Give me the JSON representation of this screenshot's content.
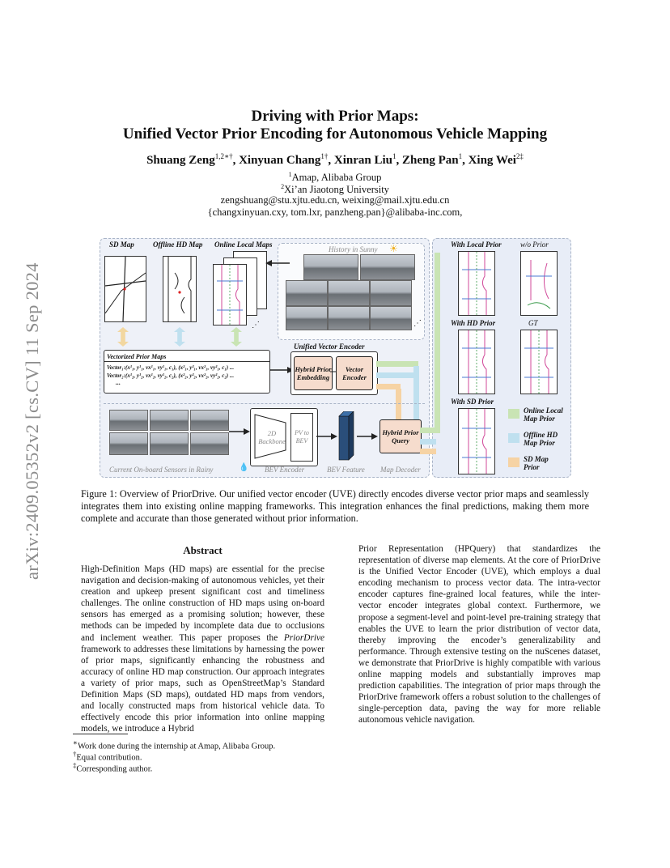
{
  "sidebar": {
    "arxiv_id": "arXiv:2409.05352v2  [cs.CV]  11 Sep 2024"
  },
  "paper": {
    "title_line1": "Driving with Prior Maps:",
    "title_line2": "Unified Vector Prior Encoding for Autonomous Vehicle Mapping",
    "authors": [
      {
        "name": "Shuang Zeng",
        "sup": "1,2∗†"
      },
      {
        "name": "Xinyuan Chang",
        "sup": "1†"
      },
      {
        "name": "Xinran Liu",
        "sup": "1"
      },
      {
        "name": "Zheng Pan",
        "sup": "1"
      },
      {
        "name": "Xing Wei",
        "sup": "2‡"
      }
    ],
    "affiliations": [
      {
        "sup": "1",
        "text": "Amap, Alibaba Group"
      },
      {
        "sup": "2",
        "text": "Xi’an Jiaotong University"
      }
    ],
    "emails": [
      "zengshuang@stu.xjtu.edu.cn, weixing@mail.xjtu.edu.cn",
      "{changxinyuan.cxy, tom.lxr, panzheng.pan}@alibaba-inc.com,"
    ]
  },
  "figure": {
    "history_label": "History in Sunny",
    "map_labels": [
      "SD Map",
      "Offline HD Map",
      "Online Local Maps"
    ],
    "vectorized_title": "Vectorized Prior Maps",
    "vector_rows": [
      "Vector₁:(x¹₁, y¹₁, vx¹₁, vy¹₁, c₁), (x²₁, y²₁, vx²₁, vy²₁, c₁) ...",
      "Vector₂:(x¹₂, y¹₂, vx¹₂, vy¹₂, c₂), (x²₂, y²₂, vx²₂, vy²₂, c₂) ...",
      "..."
    ],
    "uve_title": "Unified Vector Encoder",
    "hybrid_embedding": "Hybrid Prior Embedding",
    "vector_encoder": "Vector Encoder",
    "backbone": "2D Backbone",
    "pv_bev": "PV to BEV",
    "hybrid_query": "Hybrid Prior Query",
    "bottom_labels": [
      "Current On-board Sensors in Rainy",
      "BEV Encoder",
      "BEV Feature",
      "Map Decoder"
    ],
    "result_labels": [
      "With Local Prior",
      "w/o Prior",
      "With HD Prior",
      "GT",
      "With SD Prior"
    ],
    "legend": [
      "Online Local Map Prior",
      "Offline HD Map Prior",
      "SD Map Prior"
    ]
  },
  "caption": "Figure 1: Overview of PriorDrive. Our unified vector encoder (UVE) directly encodes diverse vector prior maps and seamlessly integrates them into existing online mapping frameworks. This integration enhances the final predictions, making them more complete and accurate than those generated without prior information.",
  "abstract": {
    "heading": "Abstract",
    "col1_a": "High-Definition Maps (HD maps) are essential for the precise navigation and decision-making of autonomous vehicles, yet their creation and upkeep present significant cost and timeliness challenges. The online construction of HD maps using on-board sensors has emerged as a promising solution; however, these methods can be impeded by incomplete data due to occlusions and inclement weather. This paper proposes the",
    "col1_em": "PriorDrive",
    "col1_b": "framework to addresses these limitations by harnessing the power of prior maps, significantly enhancing the robustness and accuracy of online HD map construction. Our approach integrates a variety of prior maps, such as OpenStreetMap’s Standard Definition Maps (SD maps), outdated HD maps from vendors, and locally constructed maps from historical vehicle data. To effectively encode this prior information into online mapping models, we introduce a Hybrid",
    "col2": "Prior Representation (HPQuery) that standardizes the representation of diverse map elements. At the core of PriorDrive is the Unified Vector Encoder (UVE), which employs a dual encoding mechanism to process vector data. The intra-vector encoder captures fine-grained local features, while the inter-vector encoder integrates global context. Furthermore, we propose a segment-level and point-level pre-training strategy that enables the UVE to learn the prior distribution of vector data, thereby improving the encoder’s generalizability and performance. Through extensive testing on the nuScenes dataset, we demonstrate that PriorDrive is highly compatible with various online mapping models and substantially improves map prediction capabilities. The integration of prior maps through the PriorDrive framework offers a robust solution to the challenges of single-perception data, paving the way for more reliable autonomous vehicle navigation."
  },
  "footnotes": [
    {
      "sup": "∗",
      "text": "Work done during the internship at Amap, Alibaba Group."
    },
    {
      "sup": "†",
      "text": "Equal contribution."
    },
    {
      "sup": "‡",
      "text": "Corresponding author."
    }
  ],
  "colors": {
    "panel_bg": "#eef1f8",
    "box_peach": "#f6dccd",
    "arrow_green": "#c9e4b4",
    "arrow_orange": "#f6d3a4",
    "arrow_blue": "#c7dff0"
  }
}
